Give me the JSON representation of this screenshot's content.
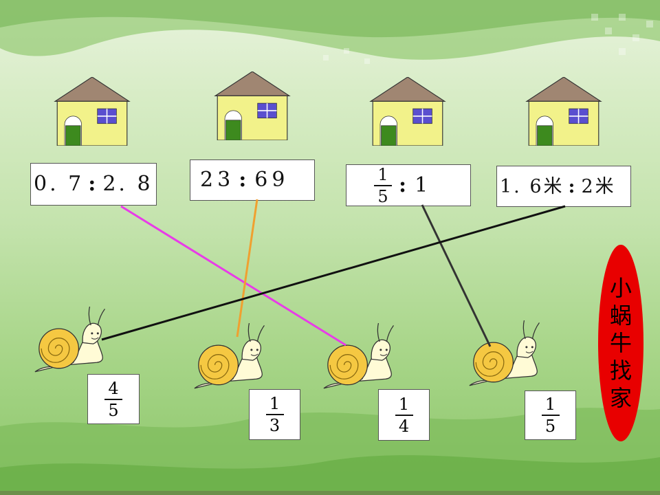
{
  "title_chars": [
    "小",
    "蜗",
    "牛",
    "找",
    "家"
  ],
  "houses": [
    {
      "a": "0. 7",
      "colon": ":",
      "b": "2. 8"
    },
    {
      "a": "23",
      "colon": ":",
      "b": "69"
    },
    {
      "a_num": "1",
      "a_den": "5",
      "colon": ":",
      "b": "1"
    },
    {
      "a": "1. 6米",
      "colon": ":",
      "b": "2米"
    }
  ],
  "snails": [
    {
      "num": "4",
      "den": "5"
    },
    {
      "num": "1",
      "den": "3"
    },
    {
      "num": "1",
      "den": "4"
    },
    {
      "num": "1",
      "den": "5"
    }
  ],
  "colors": {
    "roof": "#a08672",
    "wall": "#f2f28a",
    "door": "#3d8a1e",
    "window": "#5a4fcf",
    "line_house1": "#e83be8",
    "line_house2": "#f0a030",
    "line_house3": "#333333",
    "line_house4": "#111111",
    "title_bg": "#e80000"
  }
}
